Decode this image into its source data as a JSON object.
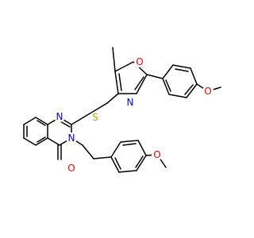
{
  "structure": {
    "colors": {
      "bond": "#000000",
      "nitrogen": "#0000ff",
      "oxygen": "#ff0000",
      "sulfur": "#b8a000"
    },
    "atoms": [
      {
        "id": "n_quin_top",
        "element": "N",
        "label": "N",
        "role": "quinazoline-n1"
      },
      {
        "id": "n_quin_bottom",
        "element": "N",
        "label": "N",
        "role": "quinazoline-n3"
      },
      {
        "id": "n_oxazole",
        "element": "N",
        "label": "N",
        "role": "oxazole-n"
      },
      {
        "id": "o_oxazole",
        "element": "O",
        "label": "O",
        "role": "oxazole-o"
      },
      {
        "id": "o_methoxy_top",
        "element": "O",
        "label": "O",
        "role": "methoxy-o"
      },
      {
        "id": "o_methoxy_bottom",
        "element": "O",
        "label": "O",
        "role": "methoxy-o"
      },
      {
        "id": "o_carbonyl",
        "element": "O",
        "label": "O",
        "role": "carbonyl-o"
      },
      {
        "id": "s_thioether",
        "element": "S",
        "label": "S",
        "role": "thioether-s"
      }
    ]
  }
}
